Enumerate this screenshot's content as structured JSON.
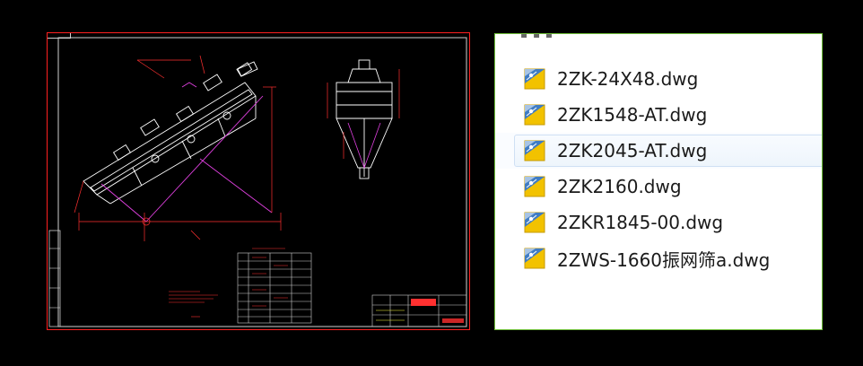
{
  "colors": {
    "background": "#000000",
    "cad_frame": "#ff2020",
    "cad_lines": "#ffffff",
    "cad_dimension": "#ff3030",
    "cad_magenta": "#e040e0",
    "panel_border": "#6fbf3a",
    "selected_row_border": "#cfe0f4",
    "icon_yellow": "#f2c200",
    "icon_blue": "#3f7cc4"
  },
  "file_panel": {
    "selected_index": 2,
    "files": [
      {
        "name": "2ZK-24X48.dwg",
        "icon": "dwg-file-icon"
      },
      {
        "name": "2ZK1548-AT.dwg",
        "icon": "dwg-file-icon"
      },
      {
        "name": "2ZK2045-AT.dwg",
        "icon": "dwg-file-icon"
      },
      {
        "name": "2ZK2160.dwg",
        "icon": "dwg-file-icon"
      },
      {
        "name": "2ZKR1845-00.dwg",
        "icon": "dwg-file-icon"
      },
      {
        "name": "2ZWS-1660振网筛a.dwg",
        "icon": "dwg-file-icon"
      }
    ]
  }
}
